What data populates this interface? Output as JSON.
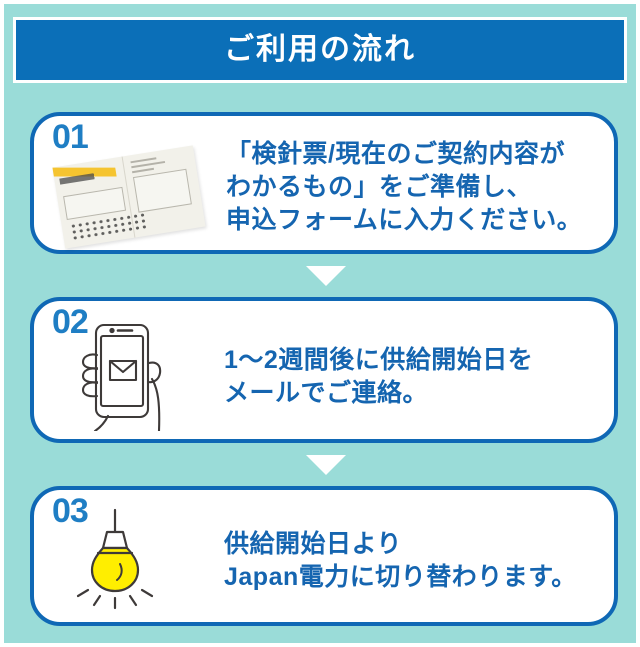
{
  "header": {
    "title": "ご利用の流れ",
    "background_color": "#0b6fb8",
    "text_color": "#ffffff"
  },
  "panel": {
    "background_color": "#9adcd8"
  },
  "theme": {
    "card_border_color": "#0f68b5",
    "card_background": "#ffffff",
    "body_text_color": "#1565b0",
    "step_number_color": "#1f7ec4",
    "accent_yellow": "#ffee00",
    "slip_band_color": "#f5c430",
    "line_art_color": "#3e3a39",
    "arrow_color": "#ffffff"
  },
  "steps": [
    {
      "number": "01",
      "icon": "meter-reading-slip-photo",
      "text": "「検針票/現在のご契約内容が\nわかるもの」をご準備し、\n申込フォームに入力ください。"
    },
    {
      "number": "02",
      "icon": "hand-holding-smartphone-mail-icon",
      "text": "1〜2週間後に供給開始日を\nメールでご連絡。"
    },
    {
      "number": "03",
      "icon": "hanging-lightbulb-icon",
      "text": "供給開始日より\nJapan電力に切り替わります。"
    }
  ],
  "connectors": [
    {
      "shape": "down-triangle"
    },
    {
      "shape": "down-triangle"
    }
  ]
}
